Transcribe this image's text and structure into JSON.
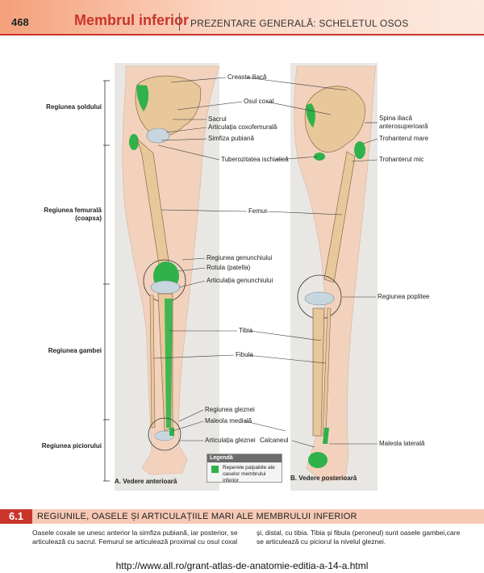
{
  "header": {
    "page_number": "468",
    "section_title": "Membrul inferior",
    "subtitle": "PREZENTARE GENERALĂ: SCHELETUL OSOS"
  },
  "figure": {
    "left_regions": [
      "Regiunea șoldului",
      "Regiunea femurală",
      "(coapsa)",
      "Regiunea gambei",
      "Regiunea piciorului"
    ],
    "center_labels": [
      "Creasta iliacă",
      "Osul coxal",
      "Sacrul",
      "Articulația coxofemurală",
      "Simfiza pubiană",
      "Tuberozitatea ischiatică",
      "Femur",
      "Regiunea genunchiului",
      "Rotula (patella)",
      "Articulația genunchiului",
      "Tibia",
      "Fibula",
      "Regiunea gleznei",
      "Maleola medială",
      "Articulația gleznei",
      "Calcaneul"
    ],
    "right_labels": [
      "Spina iliacă",
      "anterosuperioară",
      "Trohanterul mare",
      "Trohanterul mic",
      "Regiunea poplitee",
      "Maleola laterală"
    ],
    "caption_a": "A. Vedere anterioară",
    "caption_b": "B. Vedere posterioară"
  },
  "legend": {
    "title": "Legendă",
    "text_line1": "Reperele palpabile ale",
    "text_line2": "oaselor membrului inferior"
  },
  "section": {
    "number": "6.1",
    "title": "REGIUNILE, OASELE ȘI ARTICULAȚIILE MARI ALE MEMBRULUI INFERIOR"
  },
  "body": {
    "col1": "Oasele coxale se unesc anterior la simfiza pubiană, iar posterior, se articulează cu sacrul. Femurul se articulează proximal cu osul coxal",
    "col2": "și, distal, cu tibia. Tibia și fibula (peroneul) sunt oasele gambei,care se articulează cu piciorul la nivelul gleznei."
  },
  "footer_url": "http://www.all.ro/grant-atlas-de-anatomie-editia-a-14-a.html",
  "colors": {
    "accent": "#c9352b",
    "landmark_green": "#2fb24a",
    "bone": "#e8c79b",
    "skin": "#f2d2bd"
  }
}
